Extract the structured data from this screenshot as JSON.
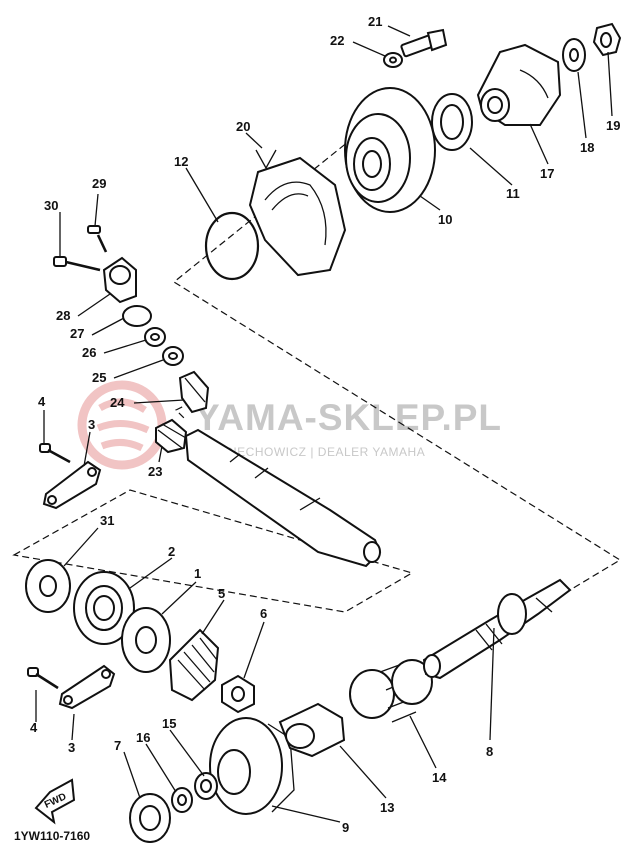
{
  "watermark": {
    "title": "YAMA-SKLEP.PL",
    "subtitle": "WOJCIECHOWICZ | DEALER YAMAHA",
    "logo_color": "#f1c4c4",
    "text_color": "#c8c8c8"
  },
  "diagram_code": "1YW110-7160",
  "fwd_label": "FWD",
  "callouts": {
    "c1": "1",
    "c2": "2",
    "c3a": "3",
    "c3b": "3",
    "c4a": "4",
    "c4b": "4",
    "c5": "5",
    "c6": "6",
    "c7": "7",
    "c8": "8",
    "c9": "9",
    "c10": "10",
    "c11": "11",
    "c12": "12",
    "c13": "13",
    "c14": "14",
    "c15": "15",
    "c16": "16",
    "c17": "17",
    "c18": "18",
    "c19": "19",
    "c20": "20",
    "c21": "21",
    "c22": "22",
    "c23": "23",
    "c24": "24",
    "c25": "25",
    "c26": "26",
    "c27": "27",
    "c28": "28",
    "c29": "29",
    "c30": "30",
    "c31": "31"
  }
}
